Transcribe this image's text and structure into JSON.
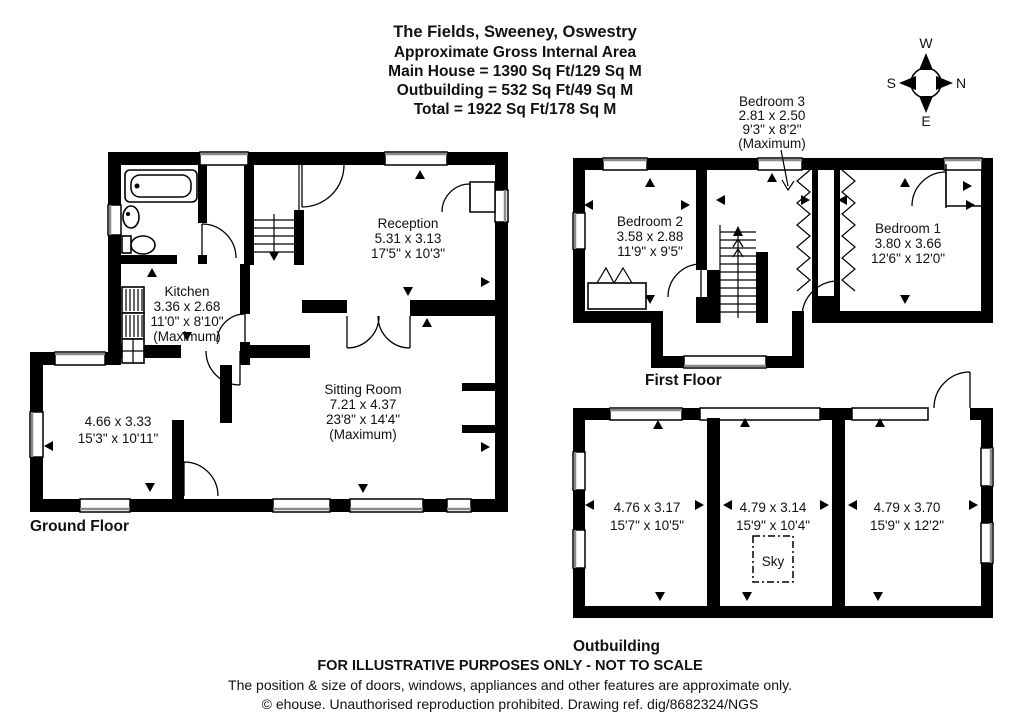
{
  "title": {
    "line1": "The Fields, Sweeney, Oswestry",
    "line2": "Approximate Gross Internal Area",
    "line3": "Main House = 1390 Sq Ft/129 Sq M",
    "line4": "Outbuilding = 532 Sq Ft/49 Sq M",
    "line5": "Total = 1922 Sq Ft/178 Sq M"
  },
  "compass": {
    "n": "N",
    "s": "S",
    "e": "E",
    "w": "W"
  },
  "ground_floor": {
    "label": "Ground Floor",
    "reception": {
      "name": "Reception",
      "metric": "5.31 x 3.13",
      "imperial": "17'5\" x 10'3\""
    },
    "kitchen": {
      "name": "Kitchen",
      "metric": "3.36 x 2.68",
      "imperial": "11'0\" x 8'10\"",
      "note": "(Maximum)"
    },
    "sitting_room": {
      "name": "Sitting Room",
      "metric": "7.21 x 4.37",
      "imperial": "23'8\" x 14'4\"",
      "note": "(Maximum)"
    },
    "front_room": {
      "metric": "4.66 x 3.33",
      "imperial": "15'3\" x 10'11\""
    }
  },
  "first_floor": {
    "label": "First Floor",
    "bedroom1": {
      "name": "Bedroom 1",
      "metric": "3.80 x 3.66",
      "imperial": "12'6\" x 12'0\""
    },
    "bedroom2": {
      "name": "Bedroom 2",
      "metric": "3.58 x 2.88",
      "imperial": "11'9\" x 9'5\""
    },
    "bedroom3": {
      "name": "Bedroom 3",
      "metric": "2.81 x 2.50",
      "imperial": "9'3\" x 8'2\"",
      "note": "(Maximum)"
    }
  },
  "outbuilding": {
    "label": "Outbuilding",
    "room1": {
      "metric": "4.76 x 3.17",
      "imperial": "15'7\" x 10'5\""
    },
    "room2": {
      "metric": "4.79 x 3.14",
      "imperial": "15'9\" x 10'4\"",
      "sky": "Sky"
    },
    "room3": {
      "metric": "4.79 x 3.70",
      "imperial": "15'9\" x 12'2\""
    }
  },
  "footer": {
    "line1": "FOR ILLUSTRATIVE PURPOSES ONLY - NOT TO SCALE",
    "line2": "The position & size of doors, windows, appliances and other features are approximate only.",
    "line3": "© ehouse. Unauthorised reproduction prohibited. Drawing ref. dig/8682324/NGS"
  },
  "colors": {
    "wall": "#000000",
    "background": "#ffffff",
    "window_tint": "#8a8a8a"
  }
}
